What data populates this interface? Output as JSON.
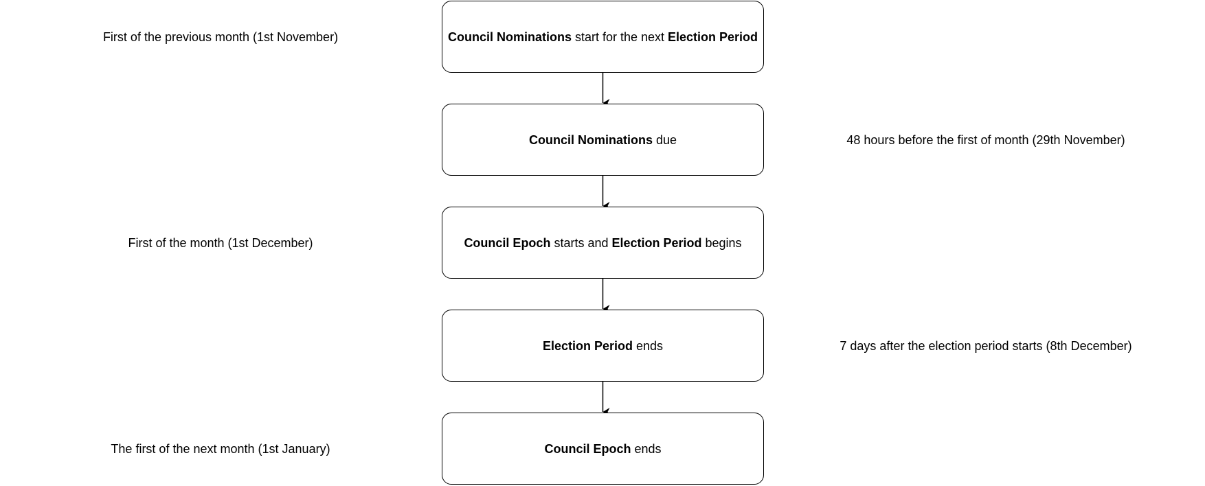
{
  "diagram": {
    "steps": [
      {
        "id": "nominations-start",
        "parts": [
          {
            "text": "Council Nominations",
            "bold": true
          },
          {
            "text": " start for the next ",
            "bold": false
          },
          {
            "text": "Election Period",
            "bold": true
          }
        ]
      },
      {
        "id": "nominations-due",
        "parts": [
          {
            "text": "Council Nominations",
            "bold": true
          },
          {
            "text": " due",
            "bold": false
          }
        ]
      },
      {
        "id": "epoch-start",
        "parts": [
          {
            "text": "Council Epoch",
            "bold": true
          },
          {
            "text": " starts and ",
            "bold": false
          },
          {
            "text": "Election Period",
            "bold": true
          },
          {
            "text": " begins",
            "bold": false
          }
        ]
      },
      {
        "id": "election-end",
        "parts": [
          {
            "text": "Election Period",
            "bold": true
          },
          {
            "text": " ends",
            "bold": false
          }
        ]
      },
      {
        "id": "epoch-end",
        "parts": [
          {
            "text": "Council Epoch",
            "bold": true
          },
          {
            "text": " ends",
            "bold": false
          }
        ]
      }
    ],
    "notes": [
      {
        "step": 0,
        "side": "left",
        "text": "First of the previous month (1st November)"
      },
      {
        "step": 1,
        "side": "right",
        "text": "48 hours before the first of month (29th November)"
      },
      {
        "step": 2,
        "side": "left",
        "text": "First of the month (1st December)"
      },
      {
        "step": 3,
        "side": "right",
        "text": "7 days after the election period starts (8th December)"
      },
      {
        "step": 4,
        "side": "left",
        "text": "The first of the next month (1st January)"
      }
    ],
    "colors": {
      "stroke": "#000000",
      "fill": "#ffffff",
      "text": "#000000"
    }
  }
}
